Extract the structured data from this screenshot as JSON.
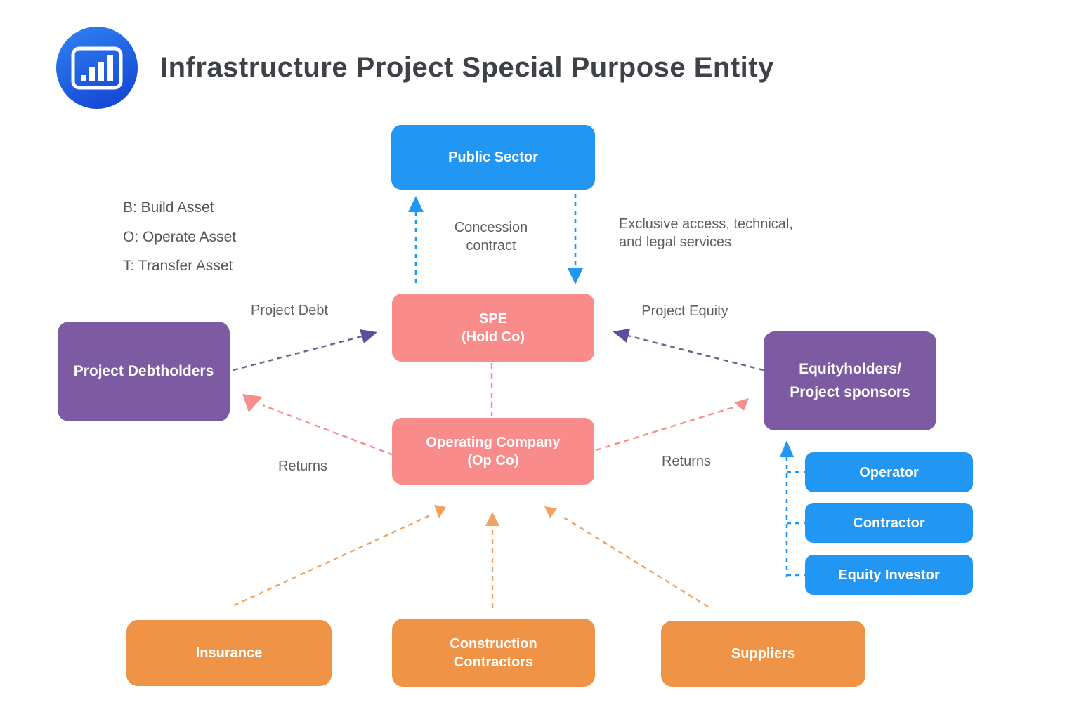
{
  "header": {
    "title": "Infrastructure Project Special Purpose Entity",
    "logo_icon": "bar-chart-icon"
  },
  "legend": {
    "line1": "B: Build Asset",
    "line2": "O: Operate Asset",
    "line3": "T: Transfer Asset"
  },
  "nodes": {
    "public_sector": {
      "label": "Public Sector"
    },
    "spe": {
      "line1": "SPE",
      "line2": "(Hold Co)"
    },
    "operating_company": {
      "line1": "Operating Company",
      "line2": "(Op Co)"
    },
    "project_debtholders": {
      "label": "Project Debtholders"
    },
    "equityholders": {
      "line1": "Equityholders/",
      "line2": "Project sponsors"
    },
    "operator": {
      "label": "Operator"
    },
    "contractor": {
      "label": "Contractor"
    },
    "equity_investor": {
      "label": "Equity Investor"
    },
    "insurance": {
      "label": "Insurance"
    },
    "construction_contractors": {
      "line1": "Construction",
      "line2": "Contractors"
    },
    "suppliers": {
      "label": "Suppliers"
    }
  },
  "edge_labels": {
    "concession_line1": "Concession",
    "concession_line2": "contract",
    "exclusive_line1": "Exclusive access, technical,",
    "exclusive_line2": "and legal services",
    "project_debt": "Project Debt",
    "project_equity": "Project Equity",
    "returns_left": "Returns",
    "returns_right": "Returns"
  },
  "colors": {
    "blue_box": "#2196f3",
    "salmon_box": "#f98c8a",
    "purple_box": "#7c5ba2",
    "orange_box": "#ef9347",
    "blue_arrow": "#2196f3",
    "purple_arrow_line": "#6b6090",
    "purple_arrow_head": "#5c4e9c",
    "salmon_arrow": "#f88e8c",
    "orange_arrow": "#f2a160",
    "title_text": "#3e4247",
    "label_text": "#5b5e63",
    "logo_gradient_start": "#2e80f0",
    "logo_gradient_end": "#1546d6"
  }
}
